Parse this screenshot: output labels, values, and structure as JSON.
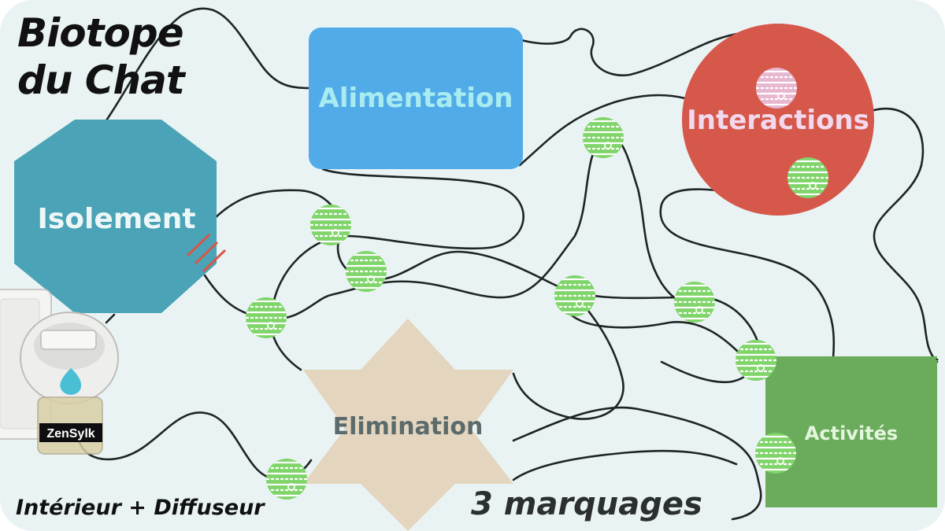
{
  "title": {
    "line1": "Biotope",
    "line2": "du Chat"
  },
  "nodes": {
    "alimentation": {
      "label": "Alimentation",
      "color": "#52abe9",
      "text_color": "#a8ecf0"
    },
    "interactions": {
      "label": "Interactions",
      "color": "#d5584a",
      "text_color": "#f3d9ee"
    },
    "isolement": {
      "label": "Isolement",
      "color": "#4aa3b6",
      "text_color": "#eef7f8"
    },
    "elimination": {
      "label": "Elimination",
      "color": "#e4d5bf",
      "text_color": "#5b6a6b"
    },
    "activites": {
      "label": "Activités",
      "color": "#6aac5c",
      "text_color": "#e4f5de"
    }
  },
  "diffuser": {
    "brand": "ZenSylk"
  },
  "captions": {
    "left": "Intérieur + Diffuseur",
    "right": "3 marquages"
  },
  "marker_color": "#7fd46a",
  "line_color": "#1d2424"
}
